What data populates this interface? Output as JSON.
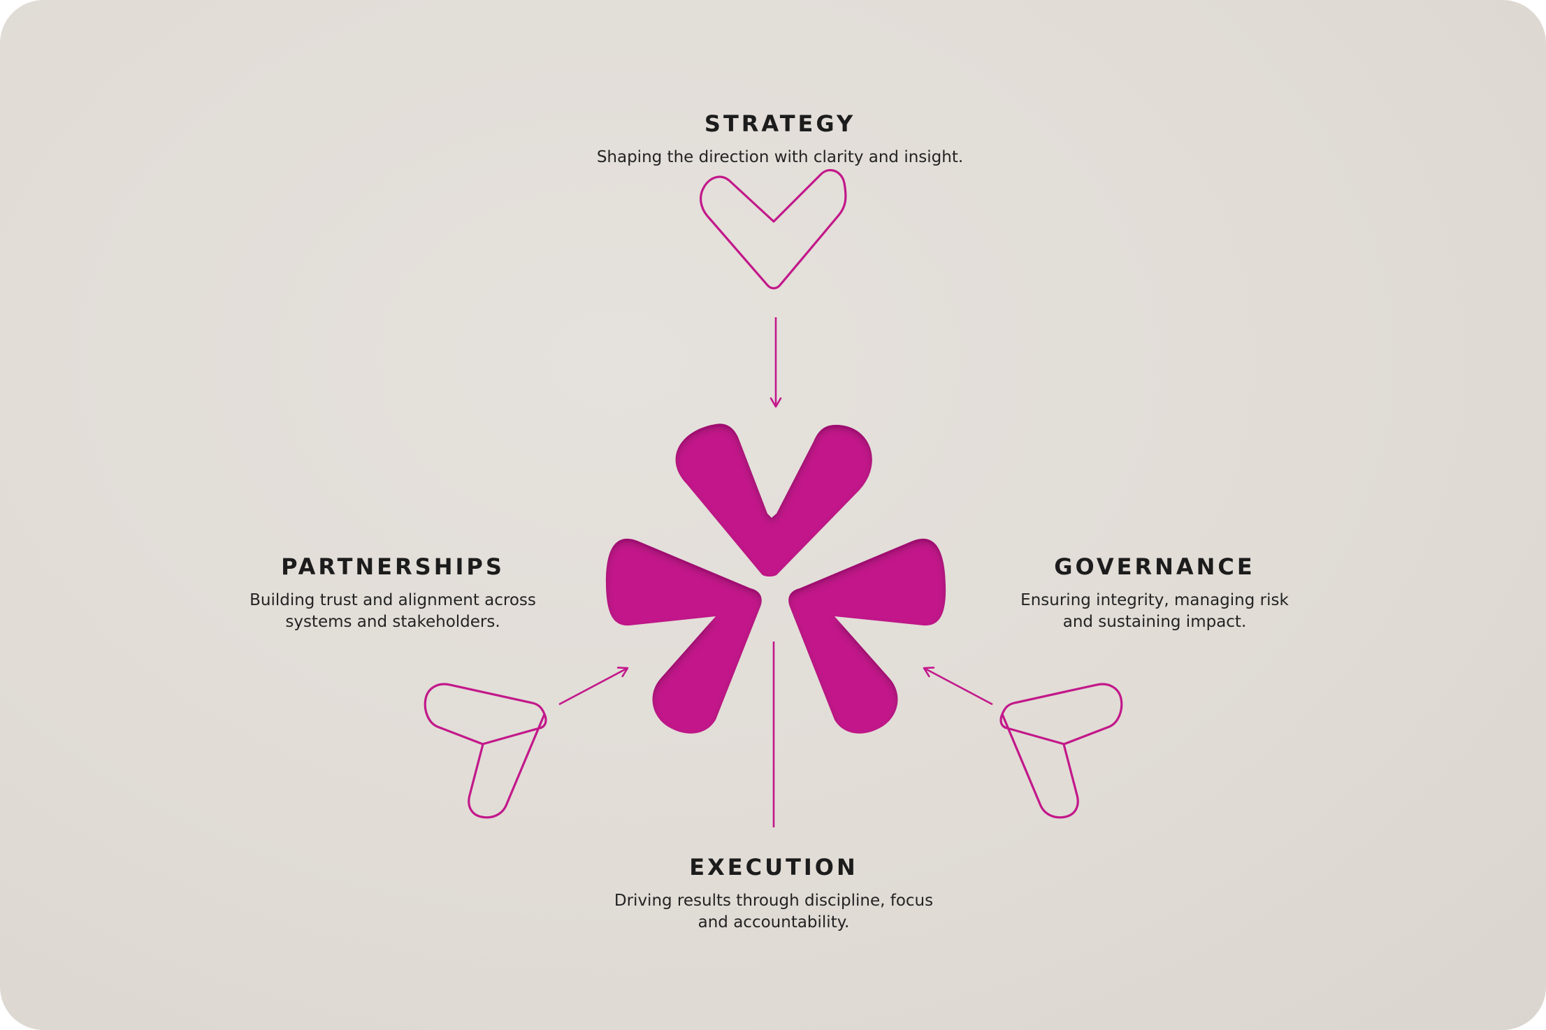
{
  "colors": {
    "background": "#e1dcd6",
    "accent": "#c2188a",
    "text": "#1c1c1c"
  },
  "strategy": {
    "title": "STRATEGY",
    "description": "Shaping the direction with clarity and insight."
  },
  "partnerships": {
    "title": "PARTNERSHIPS",
    "description_line1": "Building trust and alignment across",
    "description_line2": "systems and stakeholders."
  },
  "governance": {
    "title": "GOVERNANCE",
    "description_line1": "Ensuring integrity, managing risk",
    "description_line2": "and sustaining impact."
  },
  "execution": {
    "title": "EXECUTION",
    "description_line1": "Driving results through discipline, focus",
    "description_line2": "and accountability."
  },
  "icons": {
    "central": "three-chevron-asterisk-logo",
    "outline": "chevron-outline-icon",
    "connector": "arrow-icon"
  }
}
